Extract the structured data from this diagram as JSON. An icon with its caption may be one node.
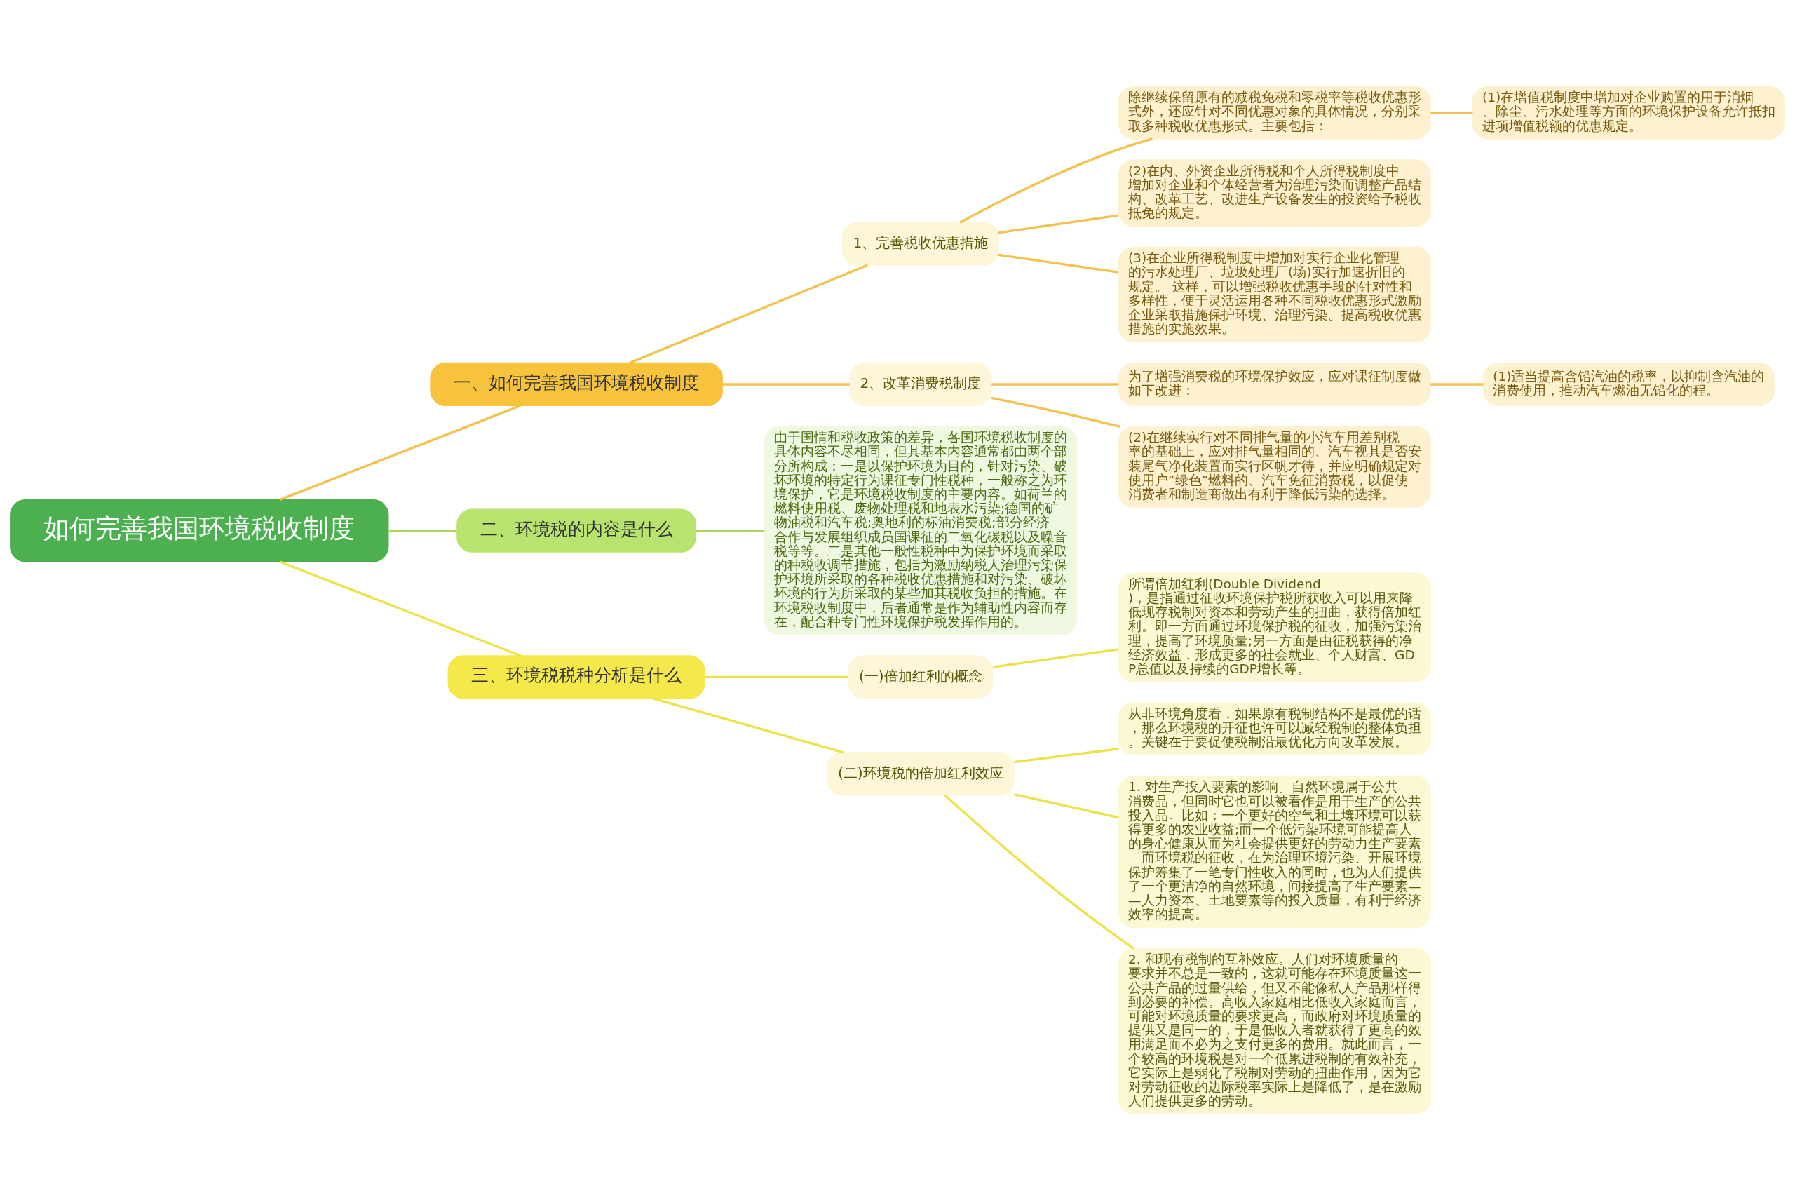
{
  "diagram": {
    "nodes": [
      {
        "text": [
          "如何完善我国环境税收制度"
        ]
      },
      {
        "text": [
          "一、如何完善我国环境税收制度"
        ]
      },
      {
        "text": [
          "1、完善税收优惠措施"
        ]
      },
      {
        "text": [
          "除继续保留原有的减税免税和零税率等税收优惠形式外，还应针对不同优惠对象的具体情况，分别采取多种税收优惠形式。主要包括："
        ]
      },
      {
        "text": [
          "(1)在增值税制度中增加对企业购置的用于消烟、除尘、污水处理等方面的环境保护设备允许抵扣进项增值税额的优惠规定。"
        ]
      },
      {
        "text": [
          "(2)在内、外资企业所得税和个人所得税制度中增加对企业和个体经营者为治理污染而调整产品结构、改革工艺、改进生产设备发生的投资给予税收抵免的规定。"
        ]
      },
      {
        "text": [
          "(3)在企业所得税制度中增加对实行企业化管理的污水处理厂、垃圾处理厂(场)实行加速折旧的规定。 这样，可以增强税收优惠手段的针对性和多样性，便于灵活运用各种不同税收优惠形式激励企业采取措施保护环境、治理污染。提高税收优惠措施的实施效果。"
        ]
      },
      {
        "text": [
          "2、改革消费税制度"
        ]
      },
      {
        "text": [
          "为了增强消费税的环境保护效应，应对课征制度做如下改进："
        ]
      },
      {
        "text": [
          "(1)适当提高含铅汽油的税率，以抑制含汽油的消费使用，推动汽车燃油无铅化的程。"
        ]
      },
      {
        "text": [
          "(2)在继续实行对不同排气量的小汽车用差别税率的基础上，应对排气量相同的、汽车视其是否安装尾气净化装置而实行区帆才待，并应明确规定对使用户“绿色”燃料的、汽车免征消费税，以促使消费者和制造商做出有利于降低污染的选择。"
        ]
      },
      {
        "text": [
          "二、环境税的内容是什么"
        ]
      },
      {
        "text": [
          "由于国情和税收政策的差异，各国环境税收制度的具体内容不尽相同，但其基本内容通常都由两个部分所构成：一是以保护环境为目的，针对污染、破坏环境的特定行为课征专门性税种，一般称之为环境保护，它是环境税收制度的主要内容。如荷兰的燃料使用税、废物处理税和地表水污染;德国的矿物油税和汽车税;奥地利的标油消费税;部分经济合作与发展组织成员国课征的二氧化碳税以及噪音税等等。二是其他一般性税种中为保护环境而采取的种税收调节措施，包括为激励纳税人治理污染保护环境所采取的各种税收优惠措施和对污染、破坏环境的行为所采取的某些加其税收负担的措施。在环境税收制度中，后者通常是作为辅助性内容而存在，配合种专门性环境保护税发挥作用的。"
        ]
      },
      {
        "text": [
          "三、环境税税种分析是什么"
        ]
      },
      {
        "text": [
          "(一)倍加红利的概念"
        ]
      },
      {
        "text": [
          "所谓倍加红利(Double Dividend)，是指通过征收环境保护税所获收入可以用来降低现存税制对资本和劳动产生的扭曲，获得倍加红利。即一方面通过环境保护税的征收，加强污染治理，提高了环境质量;另一方面是由征税获得的净经济效益，形成更多的社会就业、个人财富、GDP总值以及持续的GDP增长等。"
        ]
      },
      {
        "text": [
          "(二)环境税的倍加红利效应"
        ]
      },
      {
        "text": [
          "从非环境角度看，如果原有税制结构不是最优的话，那么环境税的开征也许可以减轻税制的整体负担。关键在于要促使税制沿最优化方向改革发展。"
        ]
      },
      {
        "text": [
          "1. 对生产投入要素的影响。自然环境属于公共消费品，但同时它也可以被看作是用于生产的公共投入品。比如：一个更好的空气和土壤环境可以获得更多的农业收益;而一个低污染环境可能提高人的身心健康从而为社会提供更好的劳动力生产要素。而环境税的征收，在为治理环境污染、开展环境保护筹集了一笔专门性收入的同时，也为人们提供了一个更洁净的自然环境，间接提高了生产要素——人力资本、土地要素等的投入质量，有利于经济效率的提高。"
        ]
      },
      {
        "text": [
          "2. 和现有税制的互补效应。人们对环境质量的要求并不总是一致的，这就可能存在环境质量这一公共产品的过量供给，但又不能像私人产品那样得到必要的补偿。高收入家庭相比低收入家庭而言，可能对环境质量的要求更高，而政府对环境质量的提供又是同一的，于是低收入者就获得了更高的效用满足而不必为之支付更多的费用。就此而言，一个较高的环境税是对一个低累进税制的有效补充，它实际上是弱化了税制对劳动的扭曲作用，因为它对劳动征收的边际税率实际上是降低了，是在激励人们提供更多的劳动。"
        ]
      }
    ],
    "edges": [
      {
        "from": 0,
        "to": 1,
        "arrow": "none"
      },
      {
        "from": 1,
        "to": 2,
        "arrow": "none"
      },
      {
        "from": 2,
        "to": 3,
        "arrow": "none"
      },
      {
        "from": 3,
        "to": 4,
        "arrow": "none"
      },
      {
        "from": 2,
        "to": 5,
        "arrow": "none"
      },
      {
        "from": 2,
        "to": 6,
        "arrow": "none"
      },
      {
        "from": 1,
        "to": 7,
        "arrow": "none"
      },
      {
        "from": 7,
        "to": 8,
        "arrow": "none"
      },
      {
        "from": 8,
        "to": 9,
        "arrow": "none"
      },
      {
        "from": 7,
        "to": 10,
        "arrow": "none"
      },
      {
        "from": 0,
        "to": 11,
        "arrow": "none",
        "color": "#a8d860"
      },
      {
        "from": 11,
        "to": 12,
        "arrow": "none",
        "color": "#a8d860"
      },
      {
        "from": 0,
        "to": 13,
        "arrow": "none",
        "color": "#ece24a"
      },
      {
        "from": 13,
        "to": 14,
        "arrow": "none",
        "color": "#ece24a"
      },
      {
        "from": 14,
        "to": 15,
        "arrow": "none",
        "color": "#ece24a"
      },
      {
        "from": 13,
        "to": 16,
        "arrow": "none",
        "color": "#ece24a"
      },
      {
        "from": 16,
        "to": 17,
        "arrow": "none",
        "color": "#ece24a"
      },
      {
        "from": 16,
        "to": 18,
        "arrow": "none",
        "color": "#ece24a"
      },
      {
        "from": 16,
        "to": 19,
        "arrow": "none",
        "color": "#ece24a"
      }
    ]
  }
}
